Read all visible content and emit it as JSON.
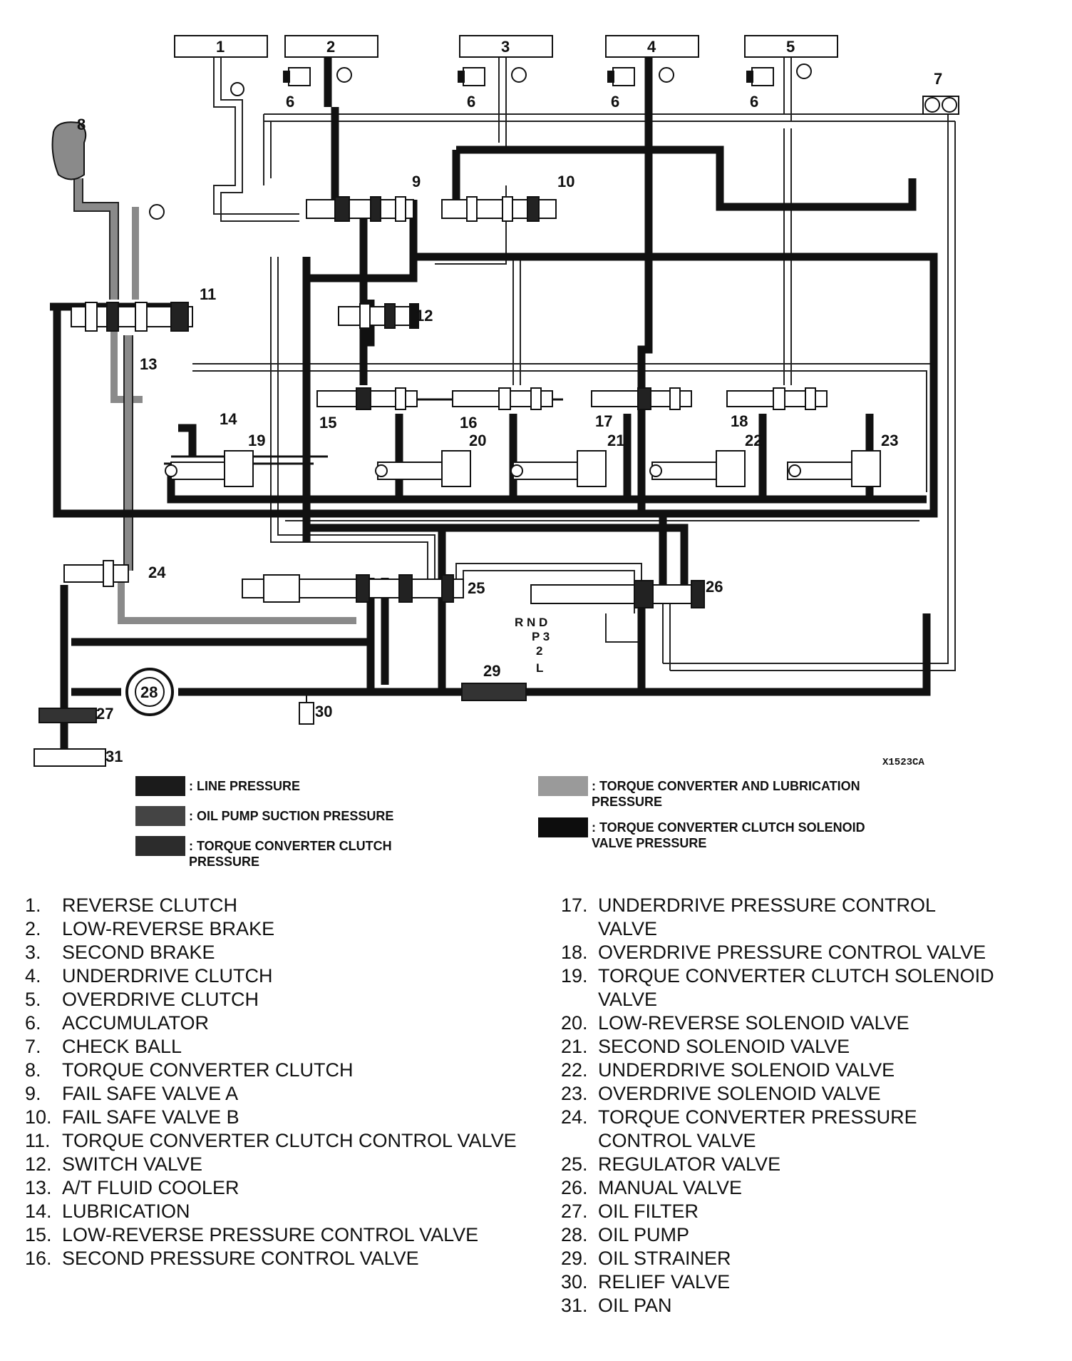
{
  "figure_id": "X1523CA",
  "components": {
    "box_1": "1",
    "box_2": "2",
    "box_3": "3",
    "box_4": "4",
    "box_5": "5",
    "c6a": "6",
    "c6b": "6",
    "c6c": "6",
    "c6d": "6",
    "c7": "7",
    "c8": "8",
    "c9": "9",
    "c10": "10",
    "c11": "11",
    "c12": "12",
    "c13": "13",
    "c14": "14",
    "c15": "15",
    "c16": "16",
    "c17": "17",
    "c18": "18",
    "c19": "19",
    "c20": "20",
    "c21": "21",
    "c22": "22",
    "c23": "23",
    "c24": "24",
    "c25": "25",
    "c26": "26",
    "c27": "27",
    "c28": "28",
    "c29": "29",
    "c30": "30",
    "c31": "31"
  },
  "shift_positions": {
    "row1": "R N D",
    "row2": "P 3",
    "row3": "2",
    "row4": "L"
  },
  "legend": [
    {
      "swatch": "line",
      "text": ": LINE PRESSURE",
      "color": "#1b1b1b"
    },
    {
      "swatch": "suction",
      "text": ": OIL PUMP SUCTION PRESSURE",
      "color": "#444444"
    },
    {
      "swatch": "tcc",
      "text": ": TORQUE CONVERTER CLUTCH PRESSURE",
      "color": "#2c2c2c"
    },
    {
      "swatch": "lube",
      "text": ": TORQUE CONVERTER AND LUBRICATION PRESSURE",
      "color": "#9a9a9a"
    },
    {
      "swatch": "tccsol",
      "text": ": TORQUE CONVERTER CLUTCH SOLENOID VALVE PRESSURE",
      "color": "#0d0d0d"
    }
  ],
  "parts_left": [
    {
      "num": "1.",
      "name": "REVERSE CLUTCH"
    },
    {
      "num": "2.",
      "name": "LOW-REVERSE BRAKE"
    },
    {
      "num": "3.",
      "name": "SECOND BRAKE"
    },
    {
      "num": "4.",
      "name": "UNDERDRIVE CLUTCH"
    },
    {
      "num": "5.",
      "name": "OVERDRIVE CLUTCH"
    },
    {
      "num": "6.",
      "name": "ACCUMULATOR"
    },
    {
      "num": "7.",
      "name": "CHECK BALL"
    },
    {
      "num": "8.",
      "name": "TORQUE CONVERTER CLUTCH"
    },
    {
      "num": "9.",
      "name": "FAIL SAFE VALVE A"
    },
    {
      "num": "10.",
      "name": "FAIL SAFE VALVE B"
    },
    {
      "num": "11.",
      "name": "TORQUE CONVERTER CLUTCH CONTROL VALVE"
    },
    {
      "num": "12.",
      "name": "SWITCH VALVE"
    },
    {
      "num": "13.",
      "name": "A/T FLUID COOLER"
    },
    {
      "num": "14.",
      "name": "LUBRICATION"
    },
    {
      "num": "15.",
      "name": "LOW-REVERSE PRESSURE CONTROL VALVE"
    },
    {
      "num": "16.",
      "name": "SECOND PRESSURE CONTROL VALVE"
    }
  ],
  "parts_right": [
    {
      "num": "17.",
      "name": "UNDERDRIVE PRESSURE CONTROL VALVE"
    },
    {
      "num": "18.",
      "name": "OVERDRIVE PRESSURE CONTROL VALVE"
    },
    {
      "num": "19.",
      "name": "TORQUE CONVERTER CLUTCH SOLENOID VALVE"
    },
    {
      "num": "20.",
      "name": "LOW-REVERSE SOLENOID VALVE"
    },
    {
      "num": "21.",
      "name": "SECOND SOLENOID VALVE"
    },
    {
      "num": "22.",
      "name": "UNDERDRIVE SOLENOID VALVE"
    },
    {
      "num": "23.",
      "name": "OVERDRIVE SOLENOID VALVE"
    },
    {
      "num": "24.",
      "name": "TORQUE CONVERTER PRESSURE CONTROL VALVE"
    },
    {
      "num": "25.",
      "name": "REGULATOR VALVE"
    },
    {
      "num": "26.",
      "name": "MANUAL VALVE"
    },
    {
      "num": "27.",
      "name": "OIL FILTER"
    },
    {
      "num": "28.",
      "name": "OIL PUMP"
    },
    {
      "num": "29.",
      "name": "OIL STRAINER"
    },
    {
      "num": "30.",
      "name": "RELIEF VALVE"
    },
    {
      "num": "31.",
      "name": "OIL PAN"
    }
  ]
}
